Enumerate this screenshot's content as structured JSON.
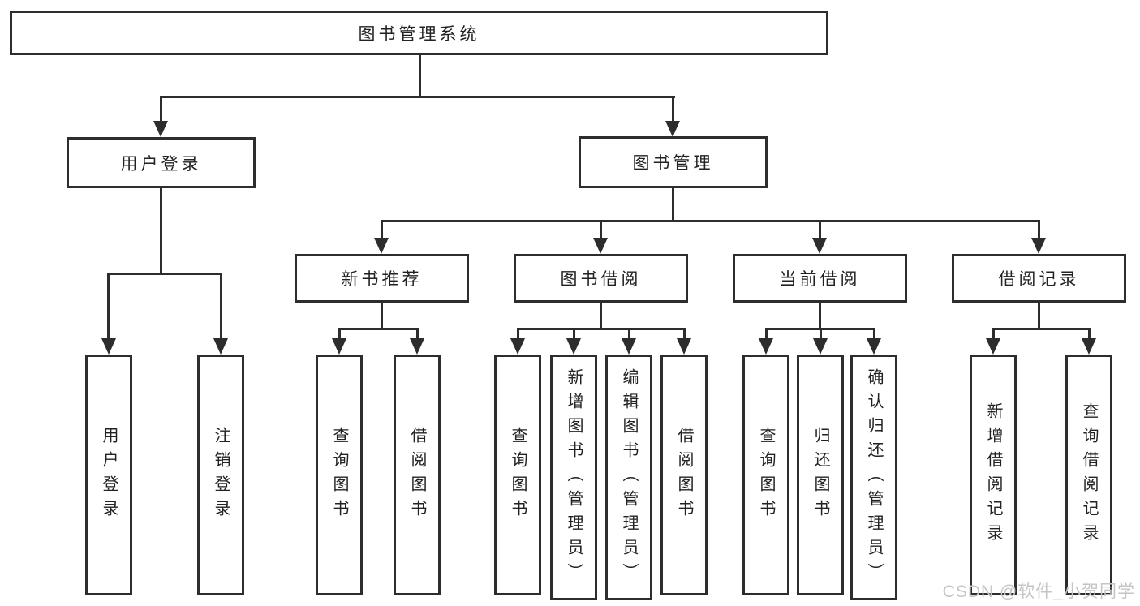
{
  "diagram": {
    "root": {
      "label": "图书管理系统"
    },
    "level2": [
      {
        "label": "用户登录"
      },
      {
        "label": "图书管理"
      }
    ],
    "level3": [
      {
        "label": "新书推荐"
      },
      {
        "label": "图书借阅"
      },
      {
        "label": "当前借阅"
      },
      {
        "label": "借阅记录"
      }
    ],
    "leaves": {
      "user_login": [
        "用户登录",
        "注销登录"
      ],
      "new_book_rec": [
        "查询图书",
        "借阅图书"
      ],
      "book_borrow": [
        "查询图书",
        "新增图书（管理员）",
        "编辑图书（管理员）",
        "借阅图书"
      ],
      "current_borrow": [
        "查询图书",
        "归还图书",
        "确认归还（管理员）"
      ],
      "borrow_records": [
        "新增借阅记录",
        "查询借阅记录"
      ]
    }
  },
  "watermark": {
    "text": "CSDN @软件_小贺同学"
  },
  "colors": {
    "line": "#2d2d2d",
    "background": "#ffffff",
    "watermark": "#c5c5c5"
  }
}
